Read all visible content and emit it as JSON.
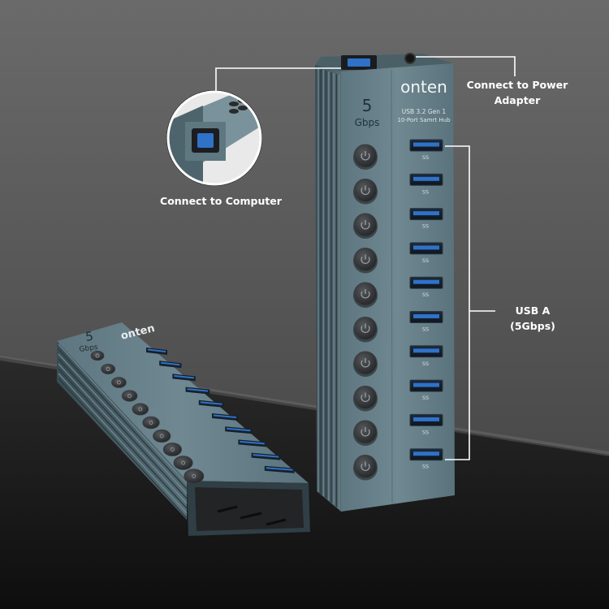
{
  "brand": "onten",
  "speed_value": "5",
  "speed_unit": "Gbps",
  "model_line1": "USB 3.2 Gen 1",
  "model_line2": "10-Port Samrt Hub",
  "usb_logo_text": "SS",
  "port_count": 10,
  "callouts": {
    "power_line1": "Connect to Power",
    "power_line2": "Adapter",
    "computer": "Connect to Computer",
    "usb_a_line1": "USB A",
    "usb_a_line2": "(5Gbps)"
  },
  "colors": {
    "background_top": "#5b5b5b",
    "background_floor": "#1a1a1a",
    "hub_body": "#667f89",
    "hub_edge": "#3f535b",
    "port_blue": "#2f72c8",
    "button_dark": "#2b2d2f",
    "callout_line": "#ffffff"
  }
}
